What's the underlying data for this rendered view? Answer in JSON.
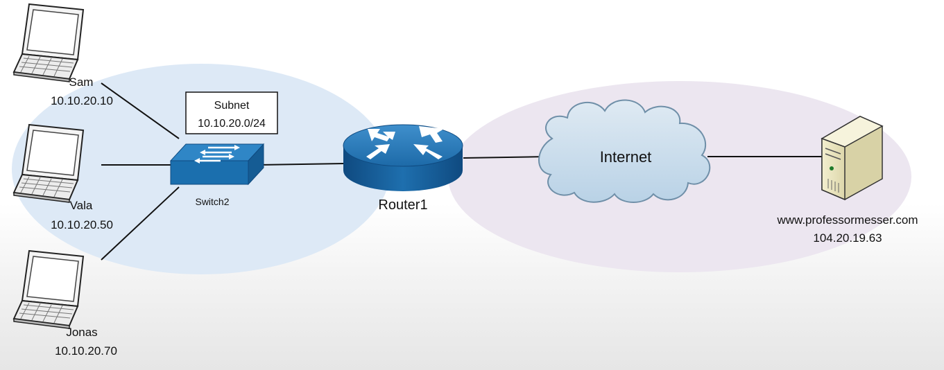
{
  "hosts": [
    {
      "name": "Sam",
      "ip": "10.10.20.10"
    },
    {
      "name": "Vala",
      "ip": "10.10.20.50"
    },
    {
      "name": "Jonas",
      "ip": "10.10.20.70"
    }
  ],
  "subnet": {
    "title": "Subnet",
    "cidr": "10.10.20.0/24"
  },
  "switch": {
    "name": "Switch2"
  },
  "router": {
    "name": "Router1"
  },
  "cloud": {
    "label": "Internet"
  },
  "server": {
    "host": "www.professormesser.com",
    "ip": "104.20.19.63"
  },
  "colors": {
    "lan_zone": "#dde9f6",
    "wan_zone": "#ece6f0",
    "cisco_blue": "#1b6fae",
    "cloud_fill": "#c8dcea",
    "server_body": "#ede8c6"
  },
  "icons": [
    "laptop-icon",
    "switch-icon",
    "router-icon",
    "cloud-icon",
    "server-icon"
  ]
}
